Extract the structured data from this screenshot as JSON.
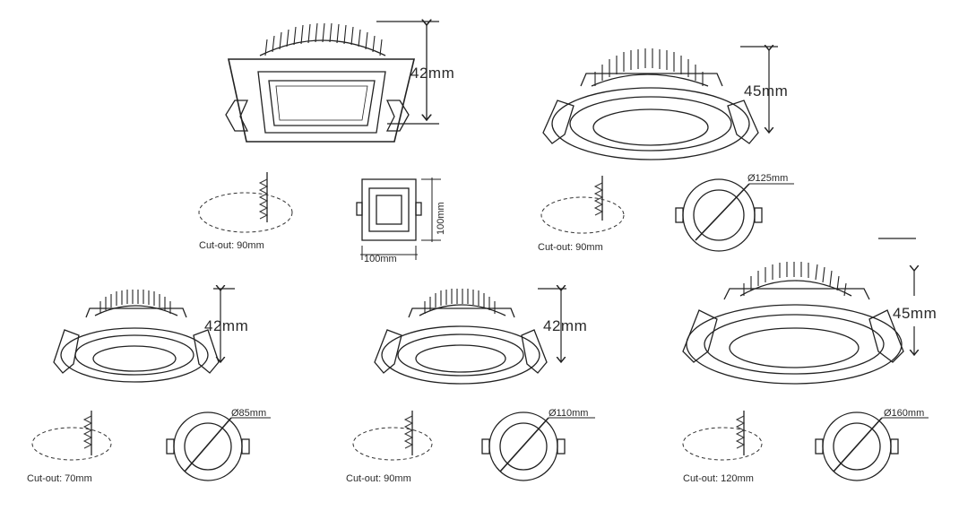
{
  "square_light": {
    "height": "42mm",
    "width": "100mm",
    "depth": "100mm",
    "cutout": "Cut-out: 90mm"
  },
  "round_125": {
    "height": "45mm",
    "diameter": "Ø125mm",
    "cutout": "Cut-out: 90mm"
  },
  "round_85": {
    "height": "42mm",
    "diameter": "Ø85mm",
    "cutout": "Cut-out: 70mm"
  },
  "round_110": {
    "height": "42mm",
    "diameter": "Ø110mm",
    "cutout": "Cut-out: 90mm"
  },
  "round_160": {
    "height": "45mm",
    "diameter": "Ø160mm",
    "cutout": "Cut-out: 120mm"
  }
}
